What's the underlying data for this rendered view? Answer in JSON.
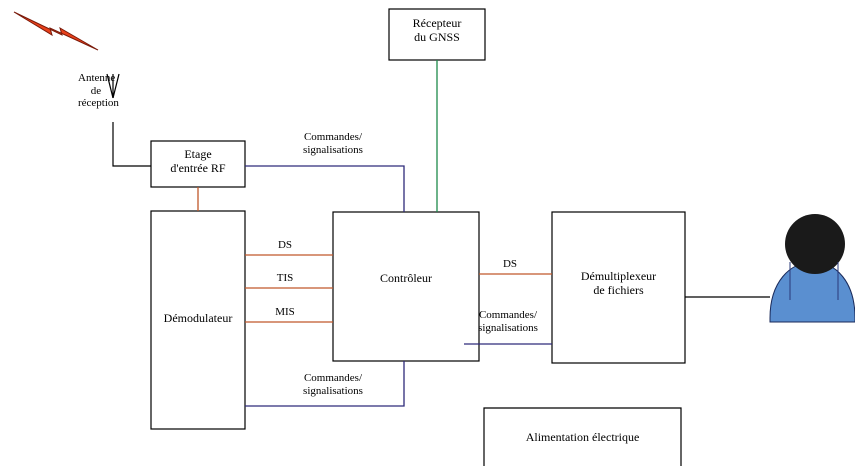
{
  "antenna_label": [
    "Antenne",
    "de",
    "réception"
  ],
  "blocks": {
    "gnss": [
      "Récepteur",
      "du GNSS"
    ],
    "rf_stage": [
      "Etage",
      "d'entrée RF"
    ],
    "demodulator": "Démodulateur",
    "controller": "Contrôleur",
    "demultiplexer": [
      "Démultiplexeur",
      "de fichiers"
    ],
    "power_supply": "Alimentation électrique"
  },
  "links": {
    "cmd_top": [
      "Commandes/",
      "signalisations"
    ],
    "ds_left": "DS",
    "tis": "TIS",
    "mis": "MIS",
    "cmd_bottom": [
      "Commandes/",
      "signalisations"
    ],
    "ds_right": "DS",
    "cmd_right": [
      "Commandes/",
      "signalisations"
    ]
  },
  "colors": {
    "data_link": "#c0582a",
    "command_link": "#2e2a7a",
    "gnss_link": "#1e8a4a",
    "lightning": "#e8401a",
    "user_body": "#5a8fd0",
    "user_head": "#1a1a1a"
  }
}
